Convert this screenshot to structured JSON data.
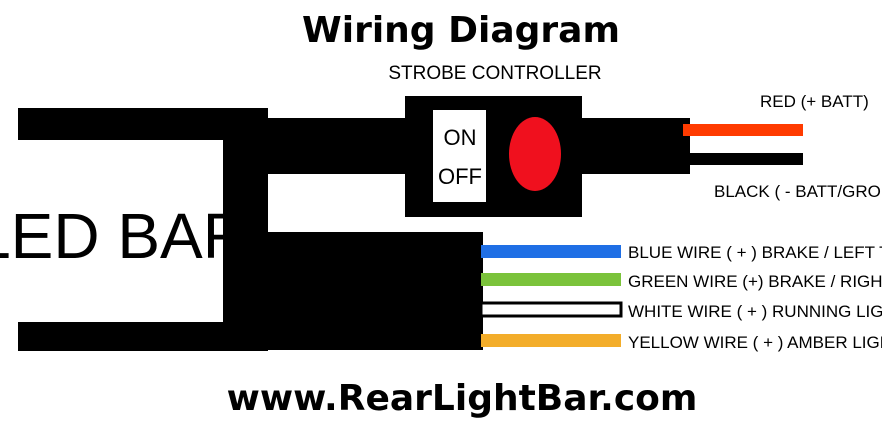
{
  "title": "Wiring Diagram",
  "controller": {
    "label": "STROBE CONTROLLER",
    "switch_on": "ON",
    "switch_off": "OFF"
  },
  "led_bar_label": "LED BAR",
  "power_wires": [
    {
      "label": "RED (+ BATT)",
      "color": "#ff3b00"
    },
    {
      "label": "BLACK ( - BATT/GROUND)",
      "color": "#000000"
    }
  ],
  "harness_wires": [
    {
      "label": "BLUE WIRE ( + ) BRAKE / LEFT TURN",
      "color": "#1f6fe5"
    },
    {
      "label": "GREEN WIRE (+) BRAKE / RIGHT TURN",
      "color": "#7bc33b"
    },
    {
      "label": "WHITE WIRE ( + ) RUNNING LIGHTS",
      "color": "#ffffff"
    },
    {
      "label": "YELLOW WIRE ( + ) AMBER LIGHTS",
      "color": "#f3ad2a"
    }
  ],
  "indicator_color": "#f0101e",
  "website": "www.RearLightBar.com"
}
